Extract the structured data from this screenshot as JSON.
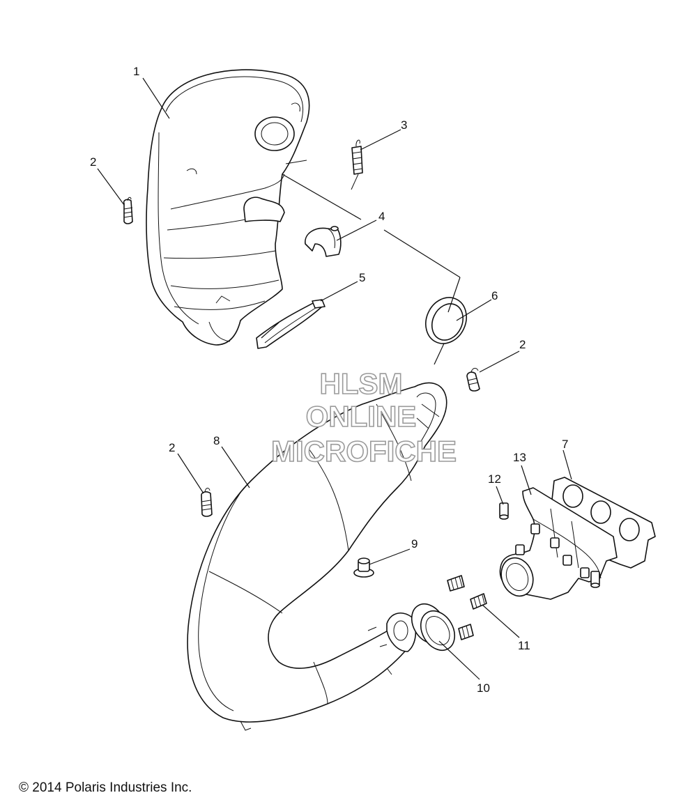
{
  "callouts": {
    "c1": "1",
    "c2a": "2",
    "c2b": "2",
    "c2c": "2",
    "c3": "3",
    "c4": "4",
    "c5": "5",
    "c6": "6",
    "c7": "7",
    "c8": "8",
    "c9": "9",
    "c10": "10",
    "c11": "11",
    "c12": "12",
    "c13": "13"
  },
  "watermark": {
    "line1": "HLSM",
    "line2": "ONLINE",
    "line3": "MICROFICHE"
  },
  "copyright": "© 2014 Polaris Industries Inc."
}
